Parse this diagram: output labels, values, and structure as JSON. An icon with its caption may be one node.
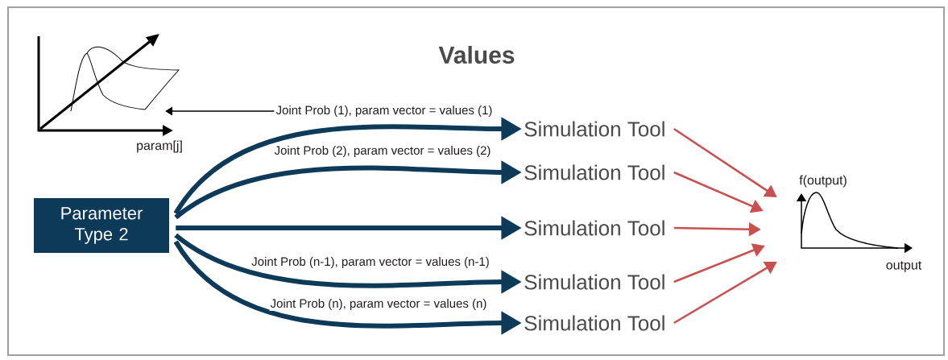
{
  "diagram": {
    "title": "Values",
    "nodes": [
      {
        "text": [
          "Parameter Type 2"
        ]
      },
      {
        "text": [
          "Simulation Tool"
        ]
      },
      {
        "text": [
          "Simulation Tool"
        ]
      },
      {
        "text": [
          "Simulation Tool"
        ]
      },
      {
        "text": [
          "Simulation Tool"
        ]
      },
      {
        "text": [
          "Simulation Tool"
        ]
      },
      {
        "text": [],
        "shape": "picture",
        "beside": [
          "param[j]"
        ]
      },
      {
        "text": [
          "Joint Prob (1), param vector = values (1)"
        ]
      },
      {
        "text": [],
        "shape": "picture",
        "beside": [
          "f(output)",
          "output"
        ]
      }
    ],
    "edges": [
      {
        "from": 0,
        "to": 1,
        "arrow": "to",
        "style": "thick",
        "color": "#0e3a5a"
      },
      {
        "from": 0,
        "to": 2,
        "arrow": "to",
        "style": "thick",
        "color": "#0e3a5a",
        "label": "Joint Prob (2), param vector = values (2)"
      },
      {
        "from": 0,
        "to": 3,
        "arrow": "to",
        "style": "thick",
        "color": "#0e3a5a"
      },
      {
        "from": 0,
        "to": 4,
        "arrow": "to",
        "style": "thick",
        "color": "#0e3a5a",
        "label": "Joint Prob (n-1), param vector = values (n-1)"
      },
      {
        "from": 0,
        "to": 5,
        "arrow": "to",
        "style": "thick",
        "color": "#0e3a5a",
        "label": "Joint Prob (n), param vector = values (n)"
      },
      {
        "from": 7,
        "to": 6,
        "arrow": "to"
      },
      {
        "from": 1,
        "to": 8,
        "arrow": "to",
        "color": "#c9504f"
      },
      {
        "from": 2,
        "to": 8,
        "arrow": "to",
        "color": "#c9504f"
      },
      {
        "from": 3,
        "to": 8,
        "arrow": "to",
        "color": "#c9504f"
      },
      {
        "from": 4,
        "to": 8,
        "arrow": "to",
        "color": "#c9504f"
      },
      {
        "from": 5,
        "to": 8,
        "arrow": "to",
        "color": "#c9504f"
      }
    ]
  }
}
